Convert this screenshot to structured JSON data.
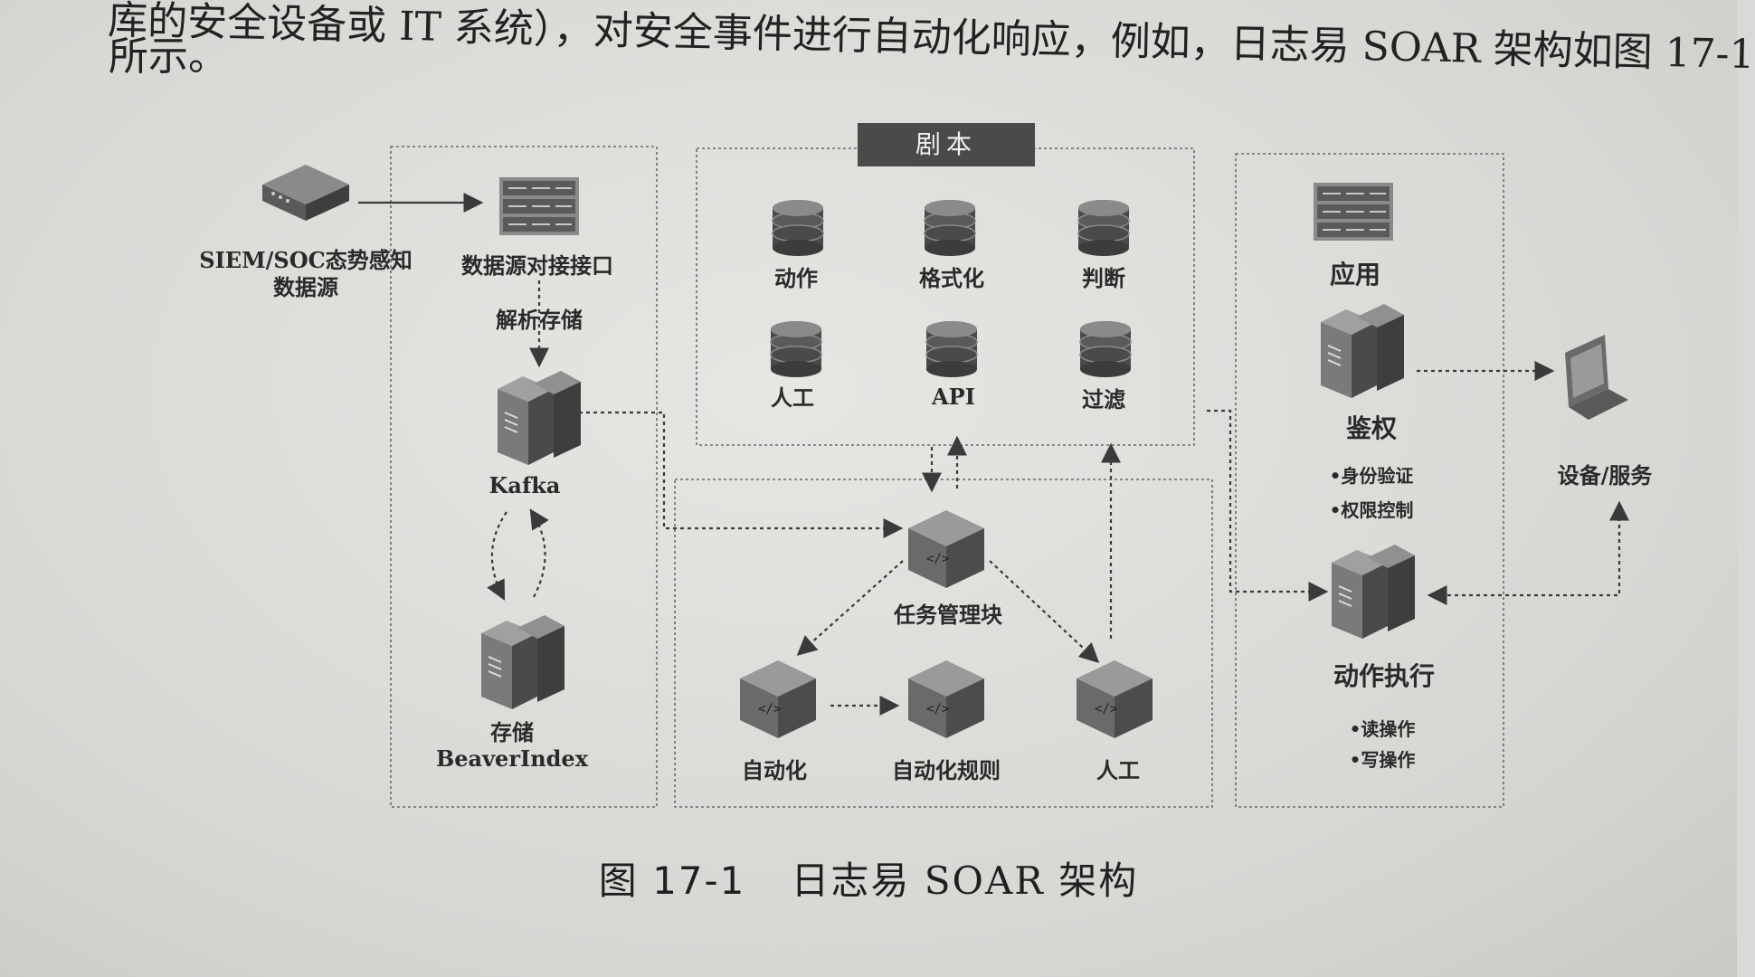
{
  "header": {
    "line1": "库的安全设备或 IT 系统），对安全事件进行自动化响应，例如，日志易 SOAR 架构如图 17-1",
    "line2": "所示。"
  },
  "diagram": {
    "playbook_title": "剧本",
    "playbook_items": [
      "动作",
      "格式化",
      "判断",
      "人工",
      "API",
      "过滤"
    ],
    "siem_source": [
      "SIEM/SOC态势感知",
      "数据源"
    ],
    "datasource_interface": "数据源对接接口",
    "parse_store": "解析存储",
    "kafka": "Kafka",
    "storage": [
      "存储",
      "BeaverIndex"
    ],
    "task_manager": "任务管理块",
    "automation": "自动化",
    "automation_rules": "自动化规则",
    "manual": "人工",
    "app": "应用",
    "auth": "鉴权",
    "auth_items": [
      "•身份验证",
      "•权限控制"
    ],
    "device_service": "设备/服务",
    "action_exec": "动作执行",
    "action_items": [
      "•读操作",
      "•写操作"
    ]
  },
  "caption": {
    "number": "图 17-1",
    "title": "日志易 SOAR 架构"
  },
  "colors": {
    "ink": "#2b2b2b",
    "paper": "#e2e2df",
    "box_dark": "#4a4a4a"
  }
}
